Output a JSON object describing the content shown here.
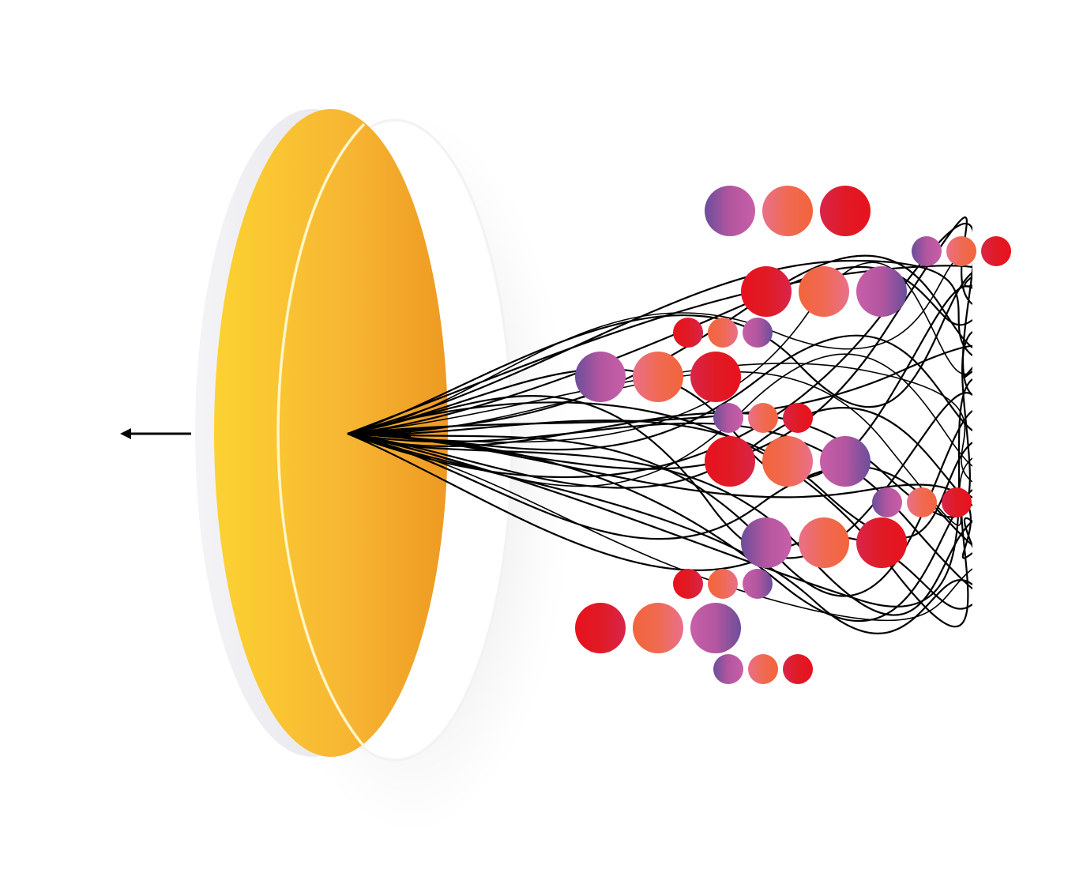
{
  "diagram": {
    "description_visible_text": "",
    "colors": {
      "background": "#ffffff",
      "disk_light": "#fcd232",
      "disk_mid": "#f7b733",
      "disk_dark": "#ee9a22",
      "disk_rim_highlight": "#fff6c8",
      "disk_back_shadow": "#e3e3ea",
      "fibers": "#000000",
      "arrow": "#000000"
    },
    "icons": {
      "direction_arrow": "arrow-left-icon"
    },
    "palettes": {
      "purple": [
        "#6b4e9b",
        "#b3569f",
        "#c75fa8"
      ],
      "salmon": [
        "#e8708a",
        "#f06a52",
        "#f2643c"
      ],
      "red": [
        "#d8254a",
        "#e01a24",
        "#e8121e"
      ]
    },
    "bead_groups": [
      {
        "row": 1,
        "order": [
          "purple",
          "salmon",
          "red"
        ],
        "size": "large"
      },
      {
        "row": 2,
        "order": [
          "purple",
          "salmon",
          "red"
        ],
        "size": "small"
      },
      {
        "row": 3,
        "order": [
          "red",
          "salmon",
          "purple"
        ],
        "size": "large"
      },
      {
        "row": 4,
        "order": [
          "red",
          "salmon",
          "purple"
        ],
        "size": "small"
      },
      {
        "row": 5,
        "order": [
          "purple",
          "salmon",
          "red"
        ],
        "size": "large"
      },
      {
        "row": 6,
        "order": [
          "purple",
          "salmon",
          "red"
        ],
        "size": "small"
      },
      {
        "row": 7,
        "order": [
          "red",
          "salmon",
          "purple"
        ],
        "size": "large"
      },
      {
        "row": 8,
        "order": [
          "purple",
          "salmon",
          "red"
        ],
        "size": "small"
      },
      {
        "row": 9,
        "order": [
          "purple",
          "salmon",
          "red"
        ],
        "size": "large"
      },
      {
        "row": 10,
        "order": [
          "red",
          "salmon",
          "purple"
        ],
        "size": "small"
      },
      {
        "row": 11,
        "order": [
          "red",
          "salmon",
          "purple"
        ],
        "size": "large"
      },
      {
        "row": 12,
        "order": [
          "purple",
          "salmon",
          "red"
        ],
        "size": "small"
      }
    ]
  }
}
